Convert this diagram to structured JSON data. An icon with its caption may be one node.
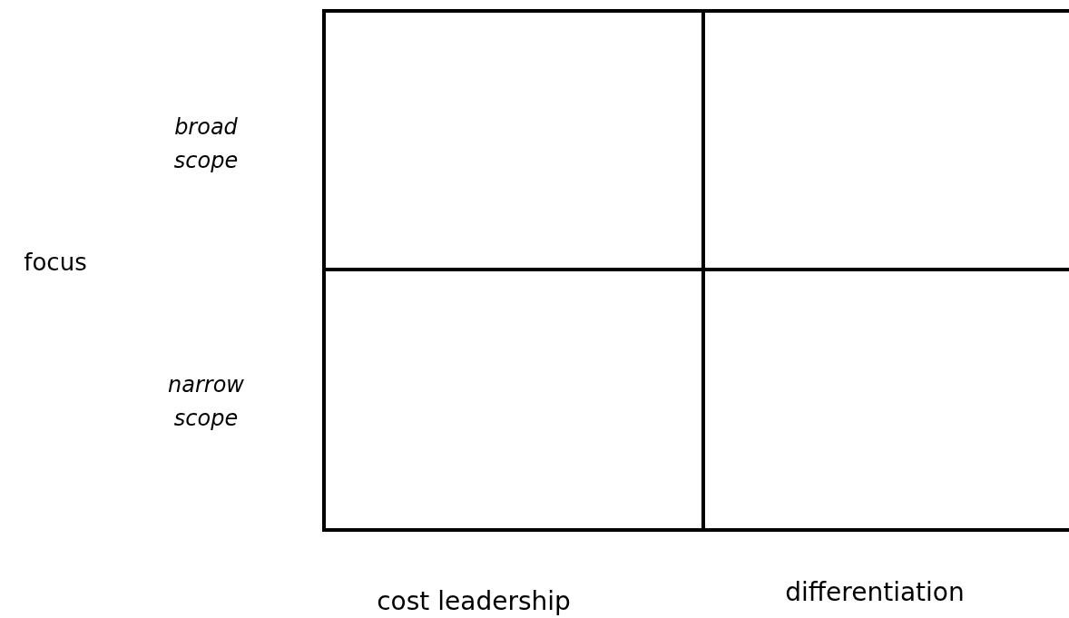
{
  "diagram": {
    "labels": [
      "broad scope",
      "focus",
      "narrow scope",
      "cost leadership",
      "differentiation"
    ]
  }
}
